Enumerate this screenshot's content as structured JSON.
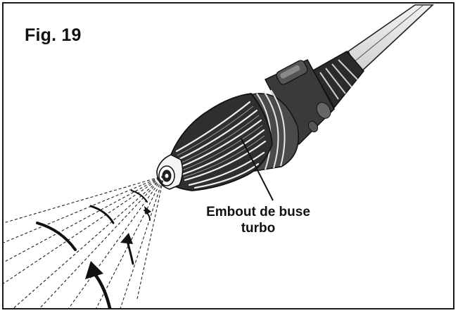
{
  "figure": {
    "title": "Fig. 19",
    "callout_line1": "Embout de buse",
    "callout_line2": "turbo"
  },
  "icons": {
    "spray": "dashed-spray-cone",
    "rotation": "curved-rotation-arrows"
  },
  "colors": {
    "ink": "#111111",
    "body_dark": "#2a2a2a",
    "body_mid": "#5a5a5a",
    "highlight": "#ffffff"
  }
}
